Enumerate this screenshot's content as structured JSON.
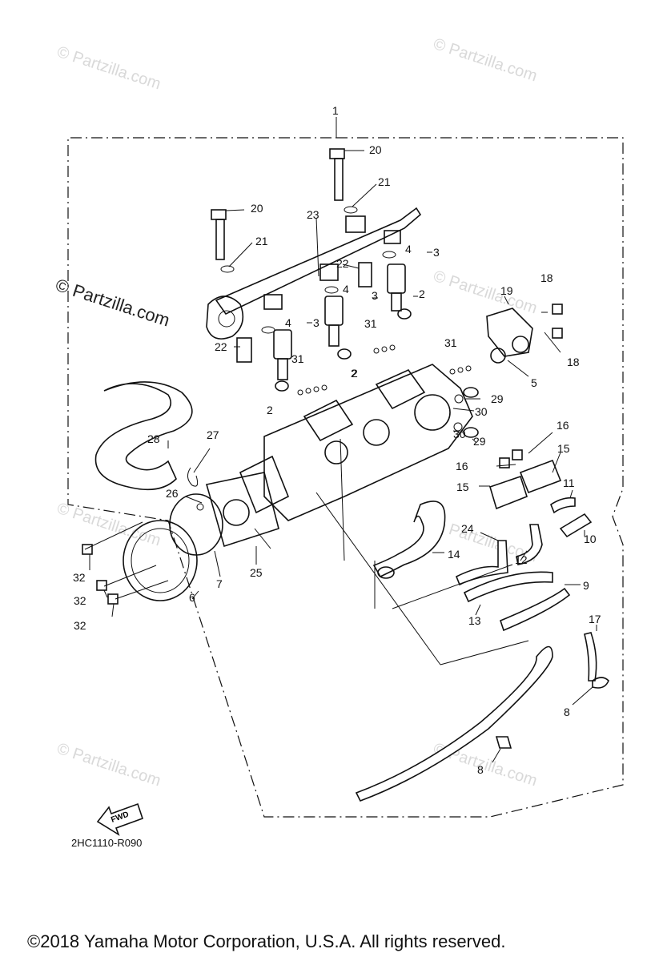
{
  "watermark": "© Partzilla.com",
  "callouts": [
    "1",
    "2",
    "2",
    "2",
    "2",
    "3",
    "3",
    "3",
    "4",
    "4",
    "4",
    "5",
    "6",
    "7",
    "8",
    "8",
    "9",
    "10",
    "11",
    "12",
    "13",
    "14",
    "15",
    "15",
    "16",
    "16",
    "17",
    "18",
    "18",
    "19",
    "20",
    "20",
    "21",
    "21",
    "22",
    "22",
    "22",
    "23",
    "24",
    "25",
    "26",
    "27",
    "28",
    "29",
    "29",
    "30",
    "30",
    "31",
    "31",
    "31",
    "31",
    "32",
    "32",
    "32"
  ],
  "arrow_label": "FWD",
  "drawing_code": "2HC1110-R090",
  "copyright": "©2018  Yamaha Motor Corporation, U.S.A. All rights reserved."
}
